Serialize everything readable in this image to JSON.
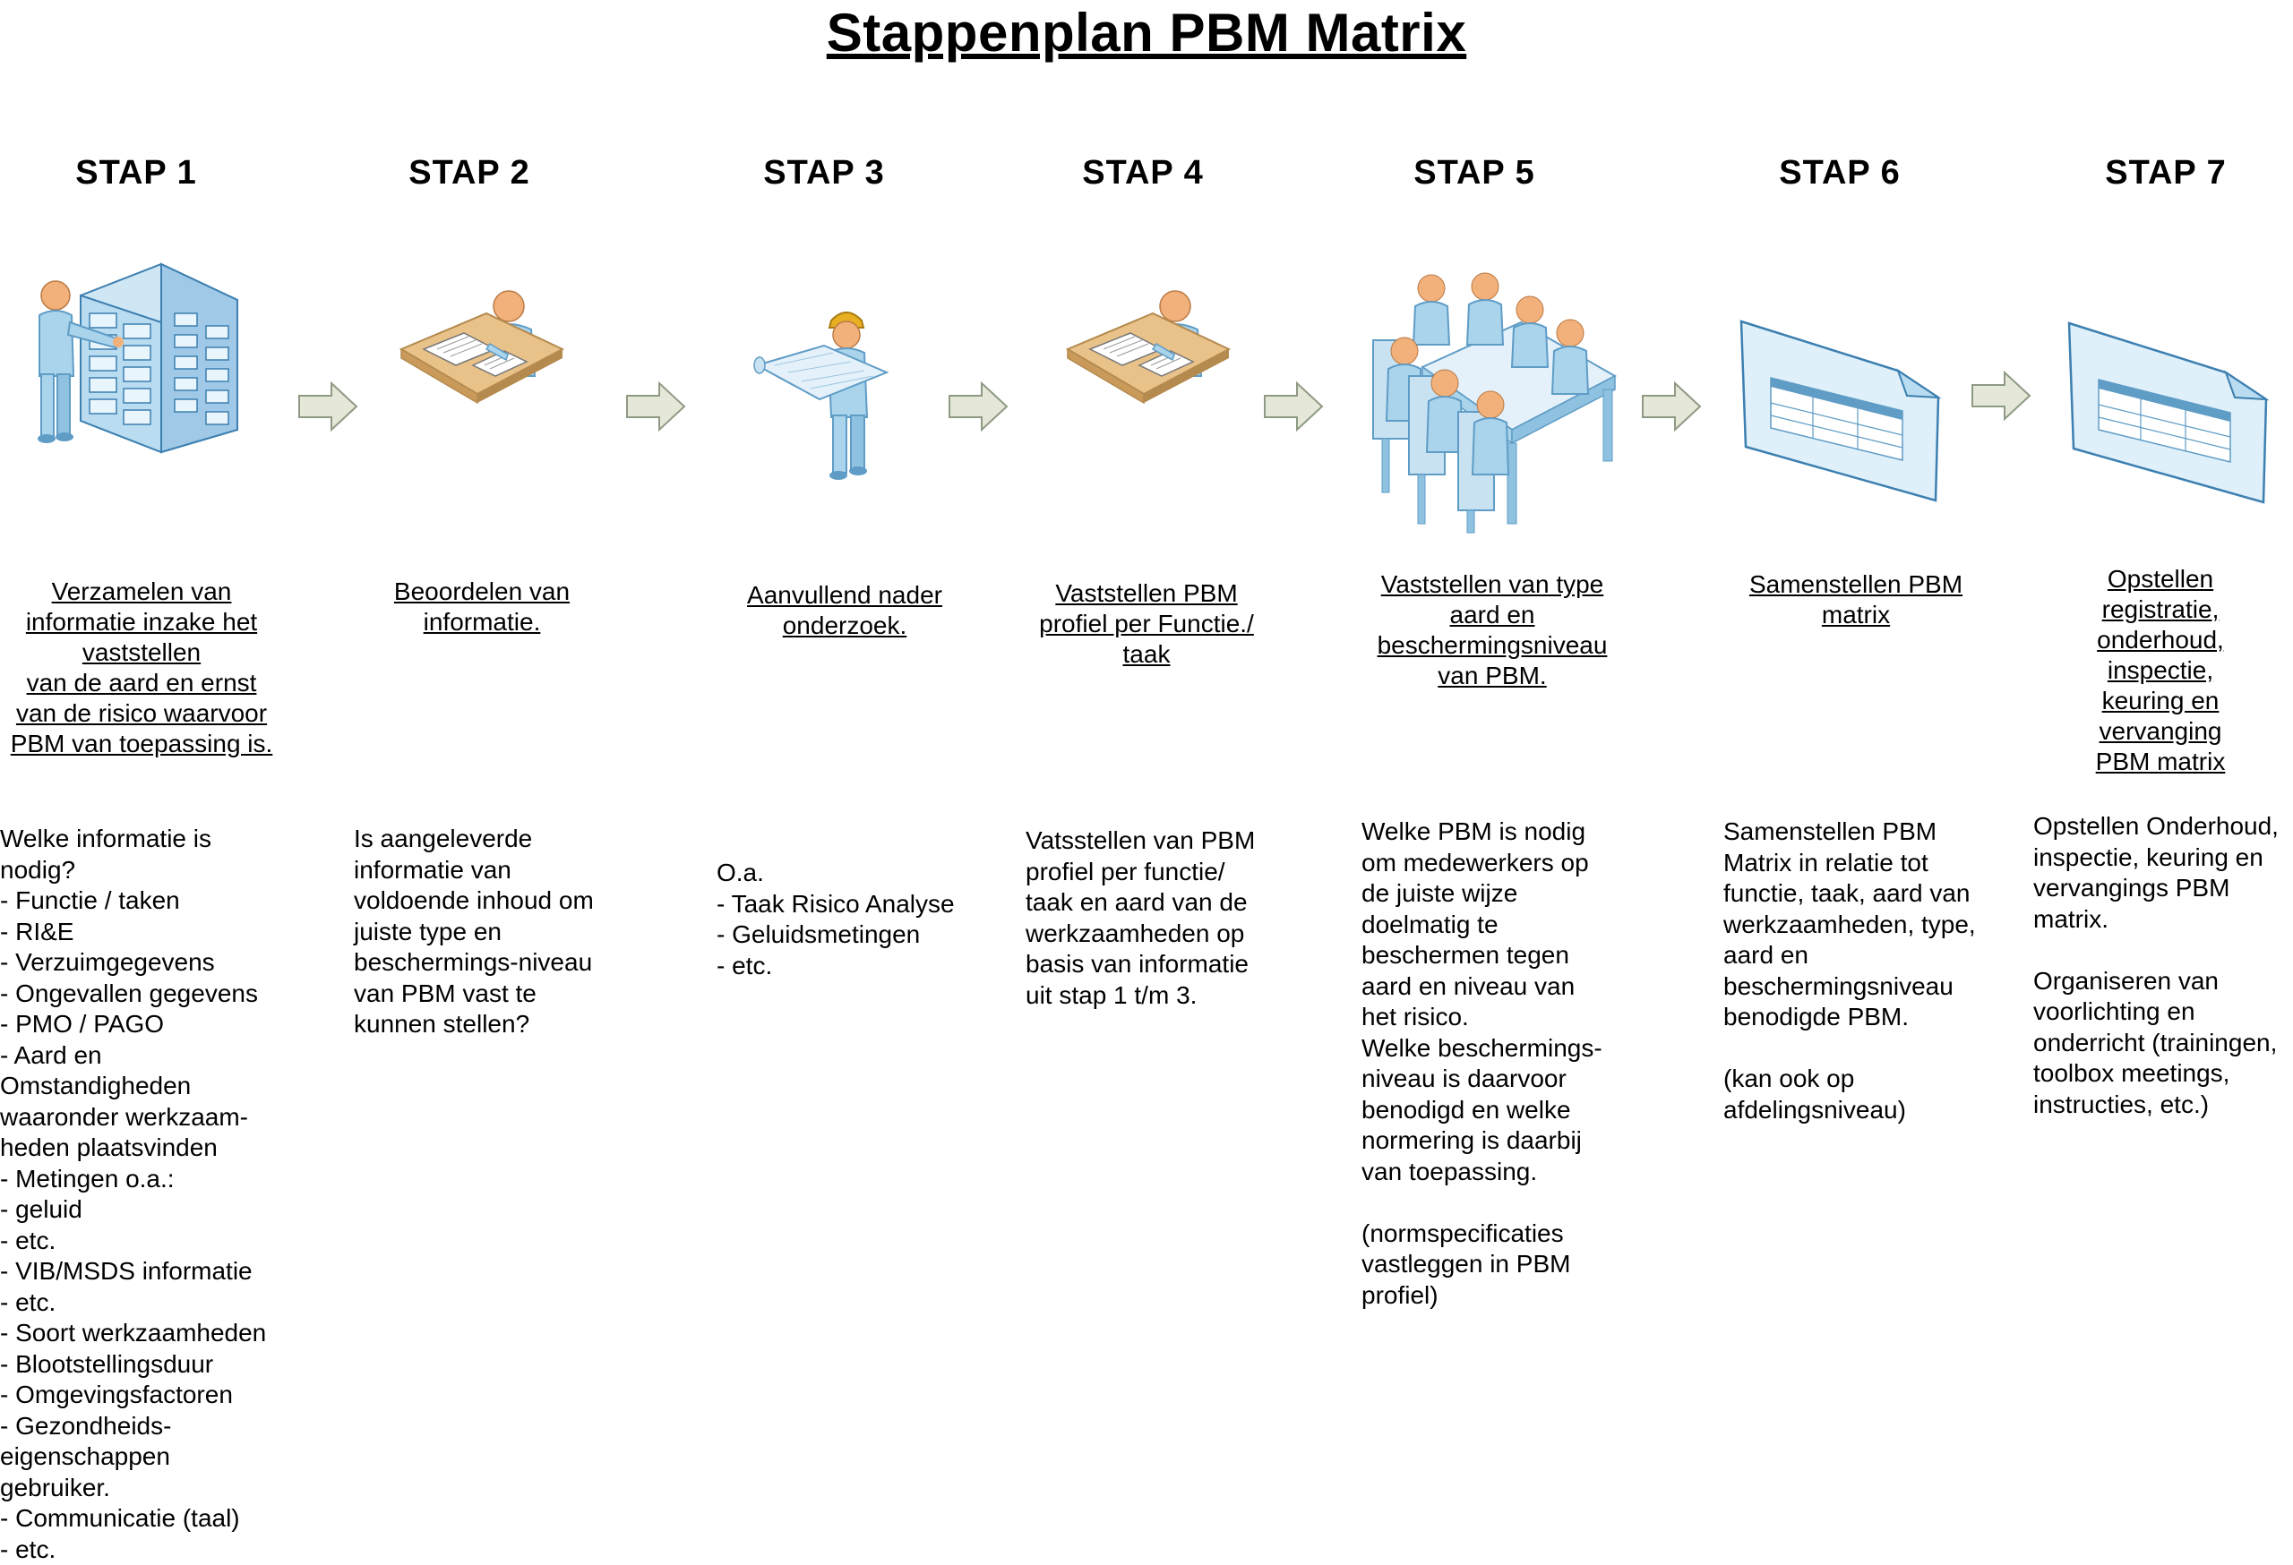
{
  "title": "Stappenplan PBM Matrix",
  "steps": [
    {
      "label": "STAP 1",
      "heading": "Verzamelen van\ninformatie inzake het\nvaststellen\nvan de aard en ernst\nvan de risico waarvoor\nPBM van toepassing is.",
      "description": "Welke informatie is\nnodig?\n- Functie / taken\n- RI&E\n- Verzuimgegevens\n- Ongevallen gegevens\n- PMO / PAGO\n- Aard en\n  Omstandigheden\n  waaronder werkzaam-\n  heden plaatsvinden\n- Metingen o.a.:\n   - geluid\n   - etc.\n- VIB/MSDS informatie\n- etc.\n- Soort werkzaamheden\n- Blootstellingsduur\n- Omgevingsfactoren\n- Gezondheids-\n  eigenschappen\n  gebruiker.\n- Communicatie (taal)\n- etc.",
      "icon": "worker-at-server-rack-icon"
    },
    {
      "label": "STAP 2",
      "heading": "Beoordelen van\ninformatie.",
      "description": "Is aangeleverde\ninformatie van\nvoldoende inhoud om\njuiste type en\nbeschermings-niveau\nvan PBM vast te\nkunnen stellen?",
      "icon": "person-at-desk-icon"
    },
    {
      "label": "STAP 3",
      "heading": "Aanvullend nader\nonderzoek.",
      "description": "O.a.\n- Taak Risico Analyse\n- Geluidsmetingen\n- etc.",
      "icon": "engineer-with-blueprint-icon"
    },
    {
      "label": "STAP 4",
      "heading": "Vaststellen PBM\nprofiel per Functie./\ntaak",
      "description": "Vatsstellen van PBM\nprofiel per functie/\ntaak en aard van de\nwerkzaamheden op\nbasis van informatie\nuit stap 1 t/m 3.",
      "icon": "person-at-desk-icon"
    },
    {
      "label": "STAP 5",
      "heading": "Vaststellen van type\naard en\nbeschermingsniveau\nvan PBM.",
      "description": "Welke PBM is nodig\nom medewerkers op\nde juiste wijze\ndoelmatig te\nbeschermen tegen\naard en niveau van\nhet risico.\nWelke beschermings-\nniveau is daarvoor\nbenodigd en welke\nnormering is daarbij\nvan toepassing.\n\n(normspecificaties\nvastleggen in PBM\nprofiel)",
      "icon": "meeting-table-icon"
    },
    {
      "label": "STAP 6",
      "heading": "Samenstellen PBM\nmatrix",
      "description": "Samenstellen PBM\nMatrix in relatie tot\nfunctie, taak, aard van\nwerkzaamheden, type,\naard en\nbeschermingsniveau\nbenodigde PBM.\n\n(kan ook op\nafdelingsniveau)",
      "icon": "spreadsheet-document-icon"
    },
    {
      "label": "STAP 7",
      "heading": "Opstellen registratie,\nonderhoud, inspectie,\nkeuring en vervanging\nPBM matrix",
      "description": "Opstellen Onderhoud,\ninspectie, keuring en\nvervangings PBM\nmatrix.\n\nOrganiseren van\nvoorlichting en\nonderricht (trainingen,\ntoolbox meetings,\ninstructies, etc.)",
      "icon": "spreadsheet-document-icon"
    }
  ],
  "arrow_icon": "right-arrow-icon",
  "colors": {
    "skin": "#f2b07a",
    "body": "#a9d4ec",
    "body_dark": "#5f9cc6",
    "desk": "#e9c28a",
    "desk_dark": "#b48a4e",
    "arrow": "#e5e8d8",
    "arrow_stroke": "#8e9a84",
    "doc": "#dff0fa",
    "doc_stroke": "#3c7fb0",
    "hardhat": "#e8b020"
  }
}
